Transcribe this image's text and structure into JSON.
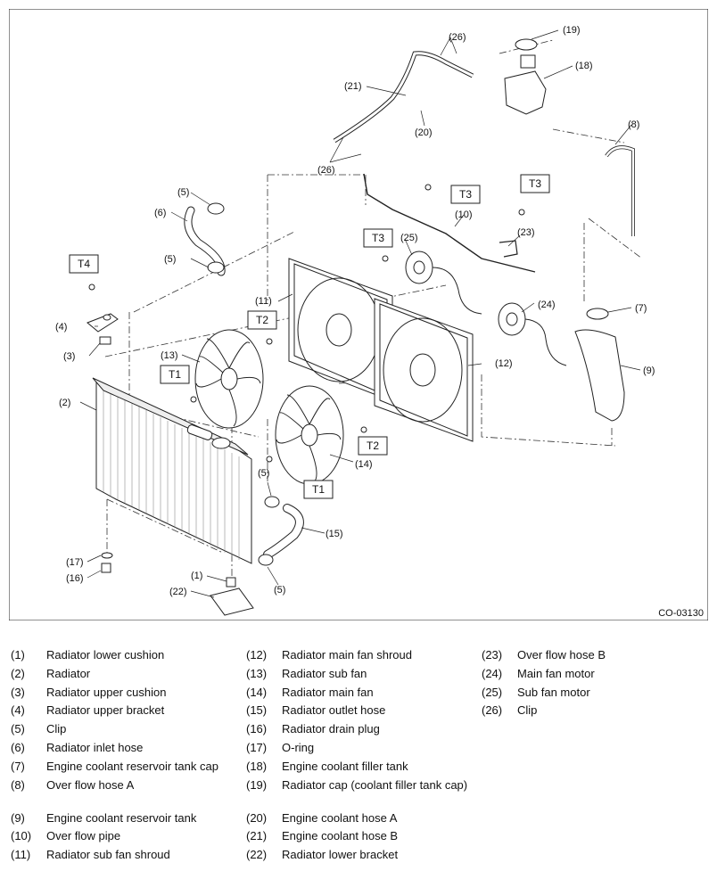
{
  "figure_code": "CO-03130",
  "torque_labels": {
    "t1": "T1",
    "t2": "T2",
    "t3": "T3",
    "t4": "T4"
  },
  "callouts": {
    "c1": "(1)",
    "c2": "(2)",
    "c3": "(3)",
    "c4": "(4)",
    "c5": "(5)",
    "c6": "(6)",
    "c7": "(7)",
    "c8": "(8)",
    "c9": "(9)",
    "c10": "(10)",
    "c11": "(11)",
    "c12": "(12)",
    "c13": "(13)",
    "c14": "(14)",
    "c15": "(15)",
    "c16": "(16)",
    "c17": "(17)",
    "c18": "(18)",
    "c19": "(19)",
    "c20": "(20)",
    "c21": "(21)",
    "c22": "(22)",
    "c23": "(23)",
    "c24": "(24)",
    "c25": "(25)",
    "c26": "(26)"
  },
  "legend": {
    "col1": [
      {
        "num": "(1)",
        "text": "Radiator lower cushion"
      },
      {
        "num": "(2)",
        "text": "Radiator"
      },
      {
        "num": "(3)",
        "text": "Radiator upper cushion"
      },
      {
        "num": "(4)",
        "text": "Radiator upper bracket"
      },
      {
        "num": "(5)",
        "text": "Clip"
      },
      {
        "num": "(6)",
        "text": "Radiator inlet hose"
      },
      {
        "num": "(7)",
        "text": "Engine coolant reservoir tank cap"
      },
      {
        "num": "(8)",
        "text": "Over flow hose A"
      },
      {
        "num": "(9)",
        "text": "Engine coolant reservoir tank"
      },
      {
        "num": "(10)",
        "text": "Over flow pipe"
      },
      {
        "num": "(11)",
        "text": "Radiator sub fan shroud"
      }
    ],
    "col2": [
      {
        "num": "(12)",
        "text": "Radiator main fan shroud"
      },
      {
        "num": "(13)",
        "text": "Radiator sub fan"
      },
      {
        "num": "(14)",
        "text": "Radiator main fan"
      },
      {
        "num": "(15)",
        "text": "Radiator outlet hose"
      },
      {
        "num": "(16)",
        "text": "Radiator drain plug"
      },
      {
        "num": "(17)",
        "text": "O-ring"
      },
      {
        "num": "(18)",
        "text": "Engine coolant filler tank"
      },
      {
        "num": "(19)",
        "text": "Radiator cap (coolant filler tank cap)"
      },
      {
        "num": "(20)",
        "text": "Engine coolant hose A"
      },
      {
        "num": "(21)",
        "text": "Engine coolant hose B"
      },
      {
        "num": "(22)",
        "text": "Radiator lower bracket"
      }
    ],
    "col3": [
      {
        "num": "(23)",
        "text": "Over flow hose B"
      },
      {
        "num": "(24)",
        "text": "Main fan motor"
      },
      {
        "num": "(25)",
        "text": "Sub fan motor"
      },
      {
        "num": "(26)",
        "text": "Clip"
      }
    ]
  }
}
